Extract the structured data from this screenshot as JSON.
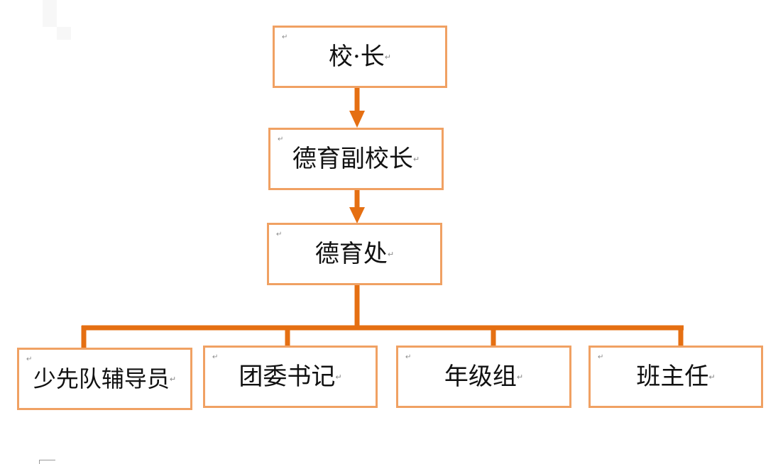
{
  "diagram": {
    "nodes": {
      "principal": {
        "label": "校·长"
      },
      "vice_principal": {
        "label": "德育副校长"
      },
      "moral_office": {
        "label": "德育处"
      },
      "pioneer_counselor": {
        "label": "少先队辅导员"
      },
      "league_secretary": {
        "label": "团委书记"
      },
      "grade_group": {
        "label": "年级组"
      },
      "class_teacher": {
        "label": "班主任"
      }
    },
    "edges": [
      {
        "from": "校·长",
        "to": "德育副校长",
        "arrow": true
      },
      {
        "from": "德育副校长",
        "to": "德育处",
        "arrow": true
      },
      {
        "from": "德育处",
        "to": "少先队辅导员",
        "arrow": false
      },
      {
        "from": "德育处",
        "to": "团委书记",
        "arrow": false
      },
      {
        "from": "德育处",
        "to": "年级组",
        "arrow": false
      },
      {
        "from": "德育处",
        "to": "班主任",
        "arrow": false
      }
    ],
    "colors": {
      "box_border": "#f0a163",
      "connector": "#e56f12"
    },
    "paragraph_mark": "↵"
  }
}
